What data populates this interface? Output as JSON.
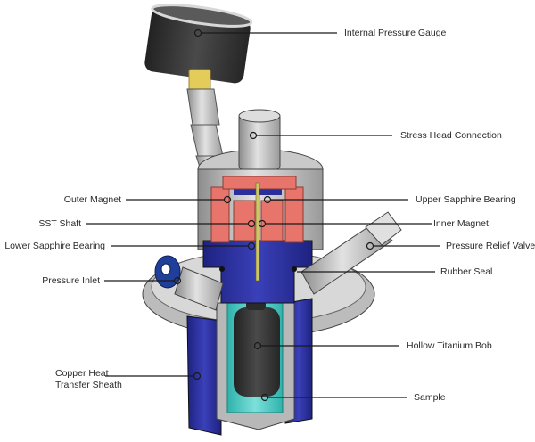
{
  "title": "Stress-head rheometer pressure cell cutaway",
  "colors": {
    "magnet_red": "#e8756b",
    "blue_part": "#2a2f9c",
    "teal_sample": "#3fc7c0",
    "steel_gray": "#c8c8c8",
    "dark_bob": "#3a3a3a",
    "brass": "#e3cc5a",
    "leader_line": "#1a1a1a"
  },
  "labels": {
    "internal_pressure_gauge": "Internal Pressure Gauge",
    "stress_head_connection": "Stress Head Connection",
    "outer_magnet": "Outer Magnet",
    "upper_sapphire_bearing": "Upper Sapphire Bearing",
    "sst_shaft": "SST Shaft",
    "inner_magnet": "Inner Magnet",
    "lower_sapphire_bearing": "Lower Sapphire Bearing",
    "pressure_relief_valve": "Pressure Relief Valve",
    "rubber_seal": "Rubber Seal",
    "pressure_inlet": "Pressure Inlet",
    "hollow_titanium_bob": "Hollow Titanium Bob",
    "copper_heat_transfer_sheath_line1": "Copper Heat",
    "copper_heat_transfer_sheath_line2": "Transfer Sheath",
    "sample": "Sample"
  }
}
